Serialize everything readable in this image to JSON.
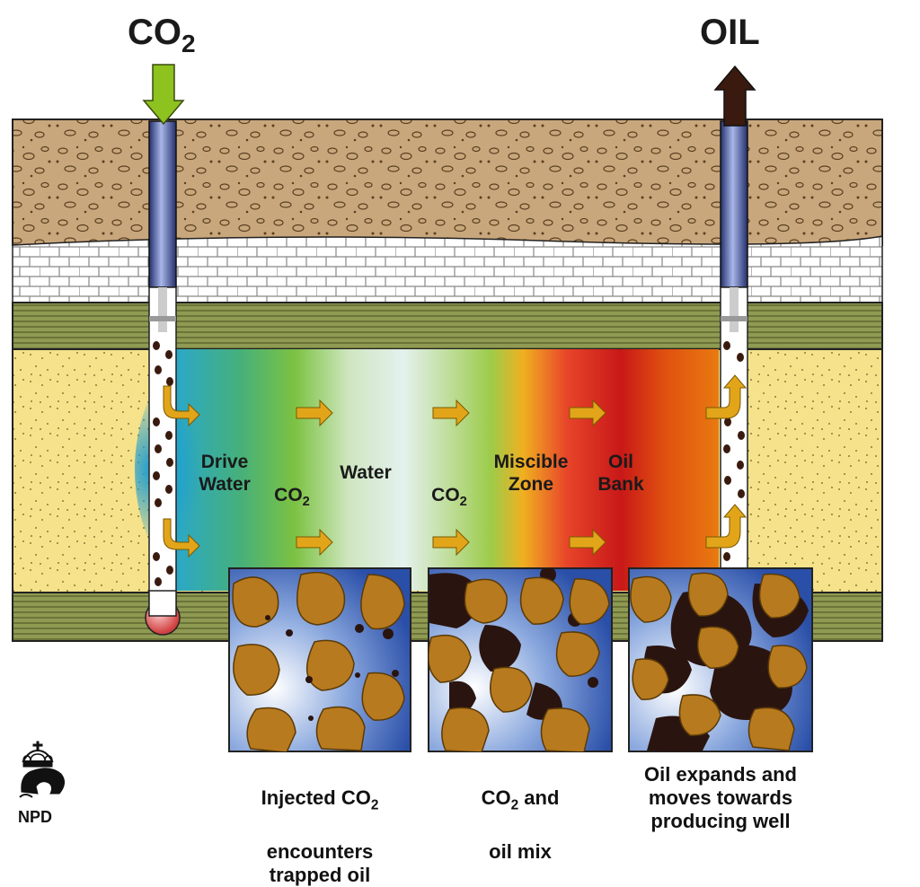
{
  "titles": {
    "inject_main": "CO",
    "inject_sub": "2",
    "produce": "OIL"
  },
  "zones": [
    {
      "id": "drive-water",
      "label": "Drive\nWater",
      "color": "#2aa8c9"
    },
    {
      "id": "co2-1",
      "label_main": "CO",
      "label_sub": "2",
      "color": "#7cc242"
    },
    {
      "id": "water",
      "label": "Water",
      "color": "#dff0ee"
    },
    {
      "id": "co2-2",
      "label_main": "CO",
      "label_sub": "2",
      "color": "#9ccc4a"
    },
    {
      "id": "miscible-zone",
      "label": "Miscible\nZone",
      "color": "#e8452a"
    },
    {
      "id": "oil-bank",
      "label": "Oil\nBank",
      "color": "#e87a10"
    }
  ],
  "captions": [
    {
      "line1_main": "Injected CO",
      "line1_sub": "2",
      "rest": "encounters\ntrapped oil"
    },
    {
      "line1_main": "CO",
      "line1_sub": "2",
      "line1_tail": " and",
      "rest": "oil mix"
    },
    {
      "text": "Oil expands and\nmoves towards\nproducing well"
    }
  ],
  "logo": {
    "text": "NPD"
  },
  "colors": {
    "arrow_in": "#8dc21f",
    "arrow_out": "#3a1a0e",
    "flow_arrow": "#e2a51a",
    "topsoil": "#c9a77c",
    "limestone": "#ffffff",
    "shale": "#8f9a52",
    "sandstone": "#f5e28a",
    "pipe": "#4a5fb0",
    "grain": "#b87a1e",
    "oil": "#2a1410"
  }
}
